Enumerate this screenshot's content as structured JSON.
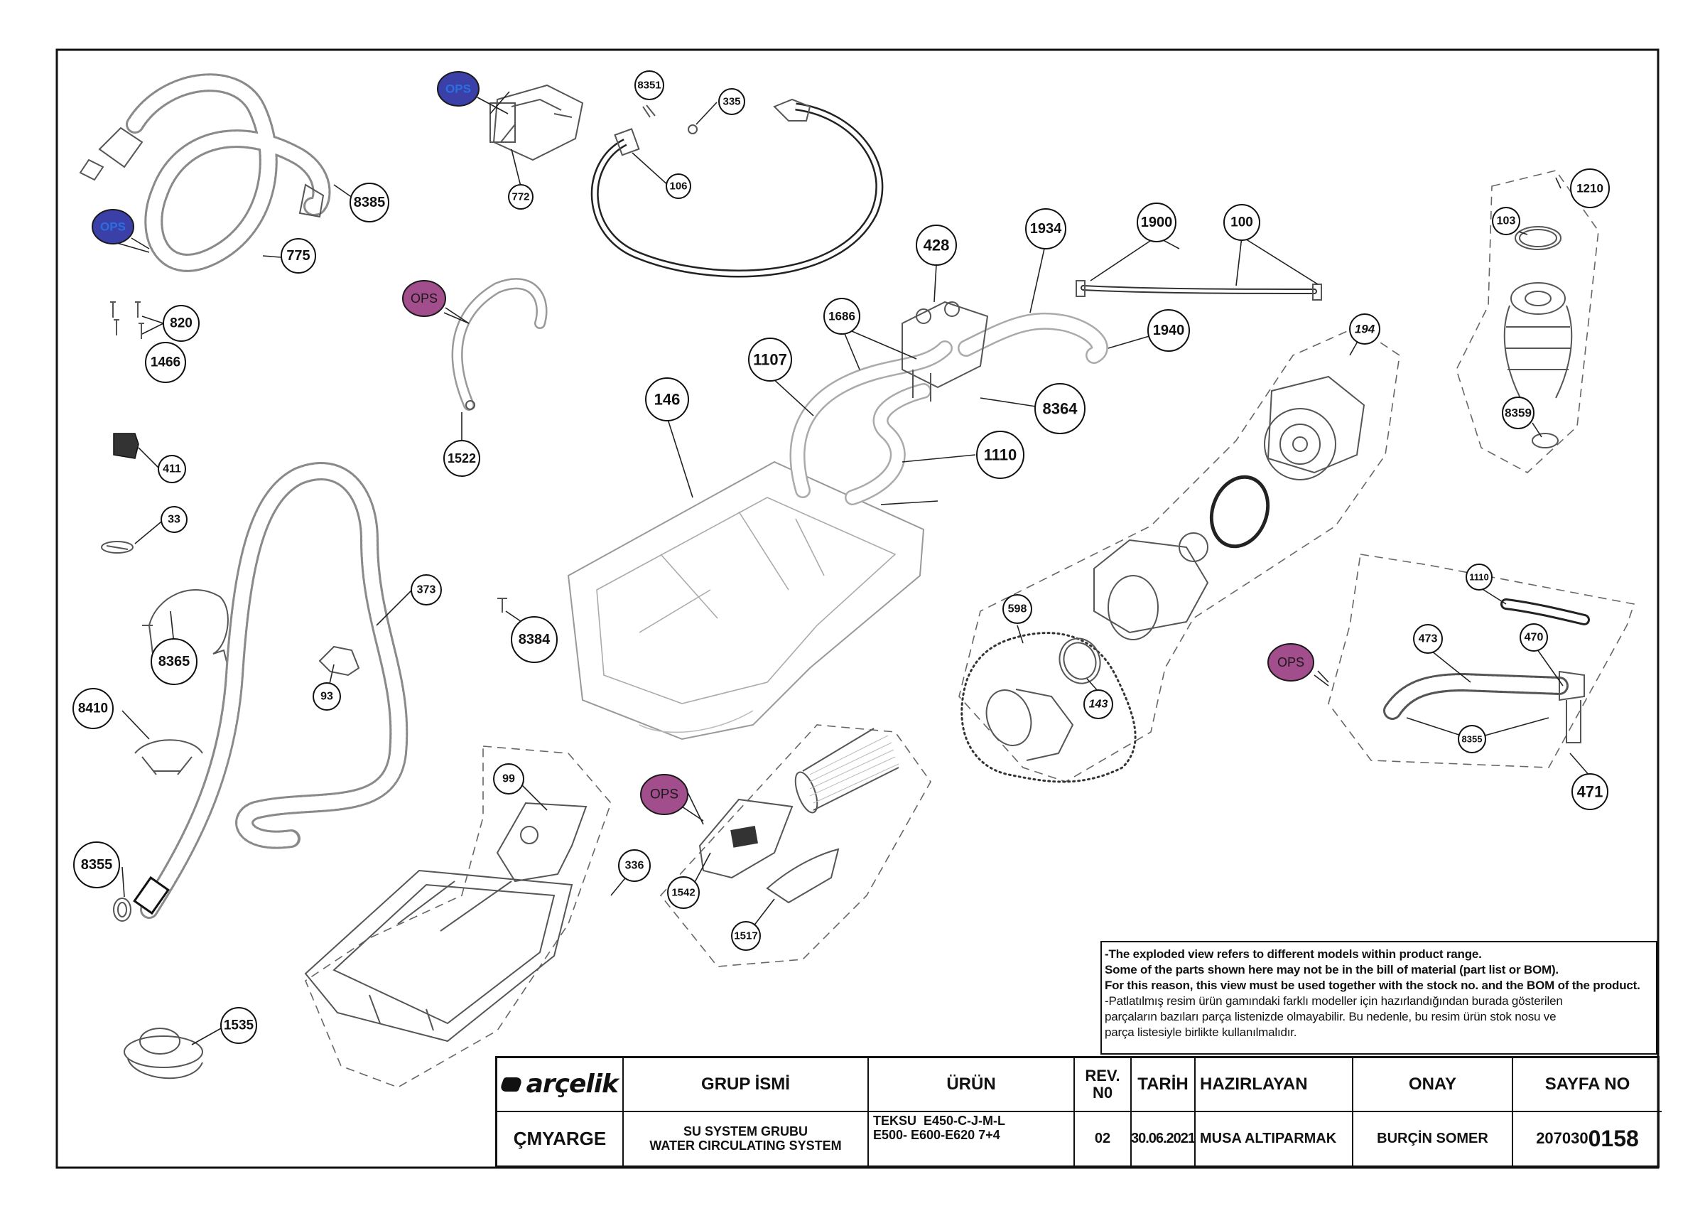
{
  "callouts": [
    "8385",
    "775",
    "772",
    "8351",
    "335",
    "106",
    "820",
    "1466",
    "1522",
    "411",
    "33",
    "8365",
    "93",
    "373",
    "8384",
    "8410",
    "8355",
    "99",
    "336",
    "1535",
    "1542",
    "1517",
    "146",
    "1107",
    "1686",
    "428",
    "1934",
    "1110",
    "8364",
    "1900",
    "100",
    "1940",
    "194",
    "598",
    "143",
    "1210",
    "103",
    "8359",
    "1110",
    "473",
    "470",
    "8355",
    "471"
  ],
  "ops_label": "OPS",
  "notes": {
    "line1": "-The exploded view refers to different models within product range.",
    "line2": "Some of the parts shown here may not be in the bill of material (part list or BOM).",
    "line3": "For this reason, this view must be used together with the stock no. and the BOM of the product.",
    "line4": "-Patlatılmış resim ürün gamındaki farklı modeller için hazırlandığından burada gösterilen",
    "line5": "parçaların bazıları parça listenizde olmayabilir. Bu nedenle, bu resim ürün stok nosu ve",
    "line6": "parça listesiyle birlikte kullanılmalıdır."
  },
  "title_block": {
    "brand": "arçelik",
    "headers": {
      "group": "GRUP İSMİ",
      "product": "ÜRÜN",
      "rev": "REV. N0",
      "date": "TARİH",
      "prepared": "HAZIRLAYAN",
      "approval": "ONAY",
      "page": "SAYFA NO"
    },
    "values": {
      "dept": "ÇMYARGE",
      "group_tr": "SU SYSTEM GRUBU",
      "group_en": "WATER CIRCULATING SYSTEM",
      "product_line1": "TEKSU  E450-C-J-M-L",
      "product_line2": "E500- E600-E620 7+4",
      "rev": "02",
      "date": "30.06.2021",
      "prepared": "MUSA ALTIPARMAK",
      "approval": "BURÇİN SOMER",
      "page_prefix": "207030",
      "page_suffix": "0158"
    }
  },
  "colors": {
    "ops_fill": "#a24d8c",
    "ops_blue_fill": "#3b3fa8",
    "ops_blue_text": "#2a6fe0",
    "line": "#111111"
  }
}
